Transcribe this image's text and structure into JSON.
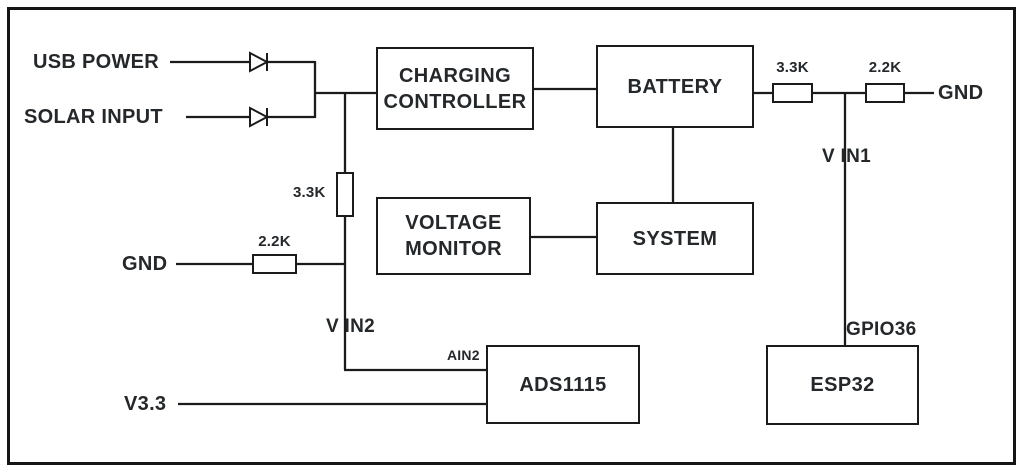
{
  "diagram": {
    "labels": {
      "usb_power": "USB POWER",
      "solar_input": "SOLAR INPUT",
      "gnd_left": "GND",
      "v33": "V3.3",
      "gnd_right": "GND",
      "v_in1": "V IN1",
      "v_in2": "V IN2",
      "gpio36": "GPIO36",
      "ain2": "AIN2",
      "r33k_left": "3.3K",
      "r22k_left": "2.2K",
      "r33k_right": "3.3K",
      "r22k_right": "2.2K"
    },
    "blocks": {
      "charging_controller": "CHARGING CONTROLLER",
      "battery": "BATTERY",
      "voltage_monitor": "VOLTAGE MONITOR",
      "system": "SYSTEM",
      "ads1115": "ADS1115",
      "esp32": "ESP32"
    },
    "colors": {
      "line": "#1b1b1b",
      "background": "#ffffff",
      "text": "#24282b"
    }
  }
}
